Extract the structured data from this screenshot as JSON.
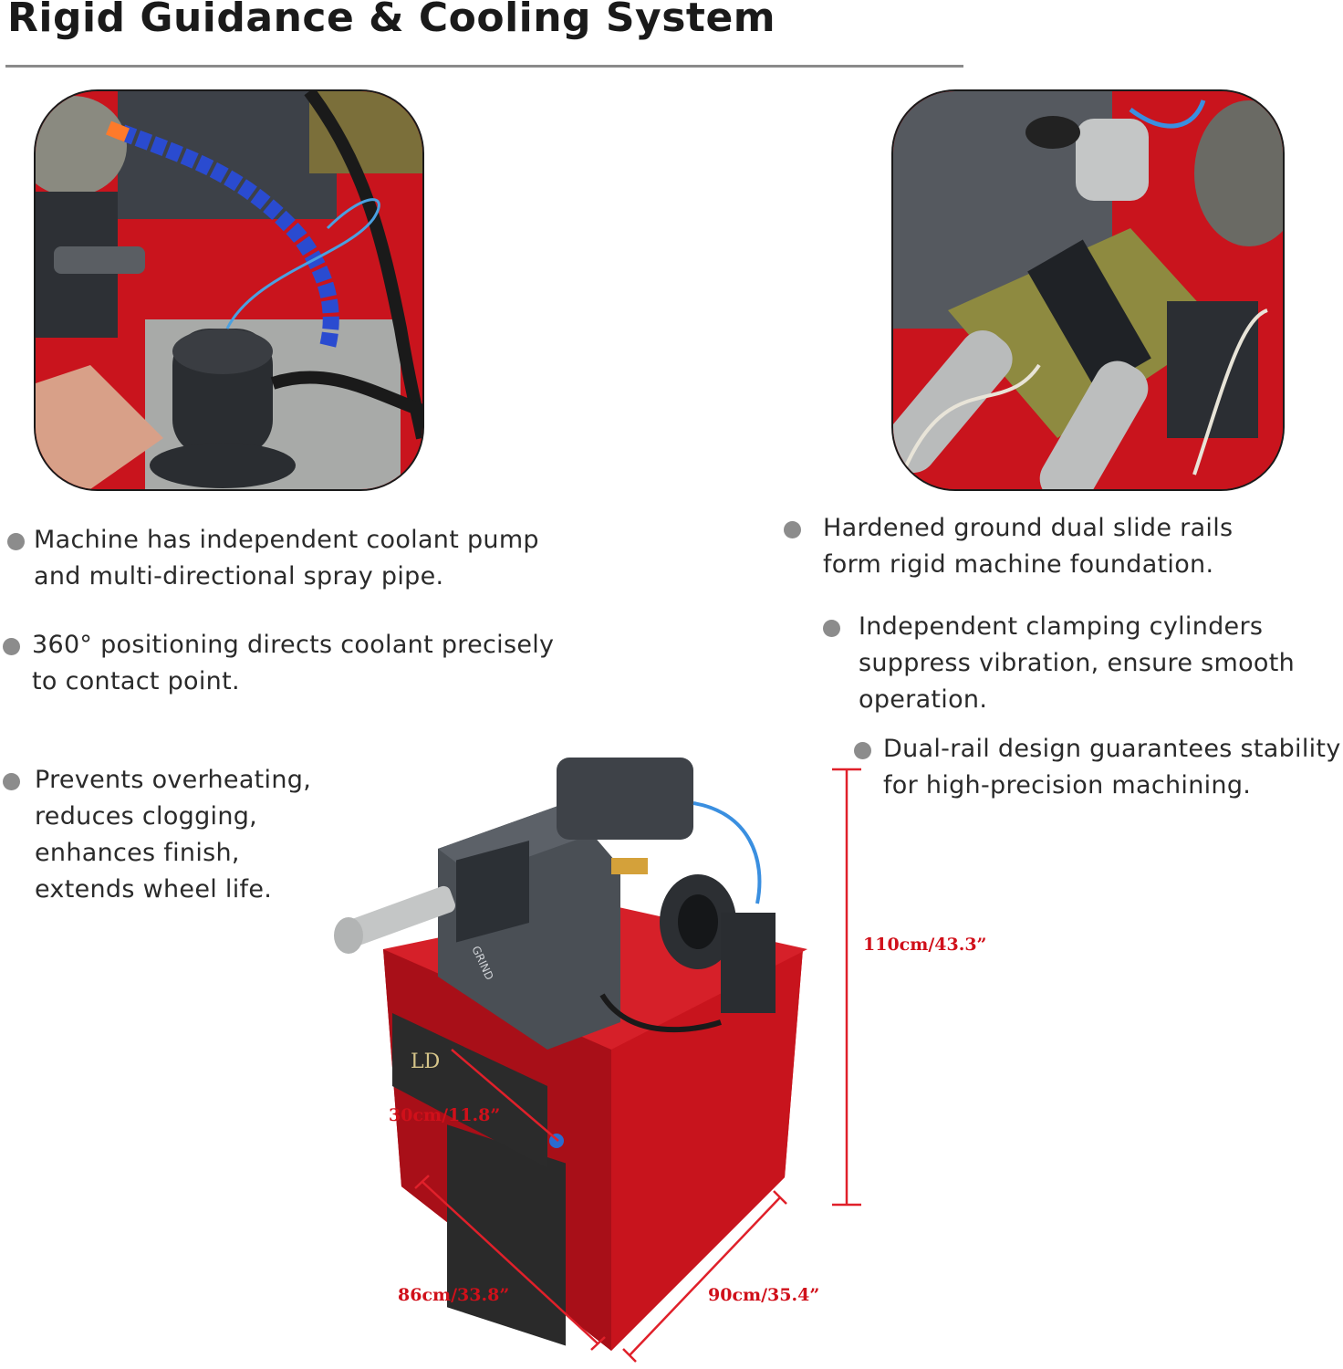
{
  "header": {
    "title": "Rigid Guidance & Cooling System"
  },
  "left_bullets": [
    {
      "text": "Machine has independent coolant pump\nand multi-directional spray pipe."
    },
    {
      "text": "360° positioning directs coolant precisely\n to contact point."
    },
    {
      "text": "Prevents overheating,\nreduces clogging,\nenhances finish,\nextends wheel life."
    }
  ],
  "right_bullets": [
    {
      "text": "Hardened ground dual slide rails\nform rigid machine foundation."
    },
    {
      "text": "Independent clamping cylinders\nsuppress vibration, ensure smooth\noperation."
    },
    {
      "text": "Dual-rail design guarantees stability\nfor high-precision machining."
    }
  ],
  "dimensions": {
    "height": "110cm/43.3”",
    "depth": "30cm/11.8”",
    "width_left": "86cm/33.8”",
    "width_right": "90cm/35.4”"
  },
  "machine_labels": {
    "panel": "GRIND",
    "brand": "LD"
  },
  "colors": {
    "accent": "#d0101a",
    "bullet": "#8c8c8c",
    "machine_red": "#c8141d",
    "machine_gray": "#4a4f55"
  }
}
